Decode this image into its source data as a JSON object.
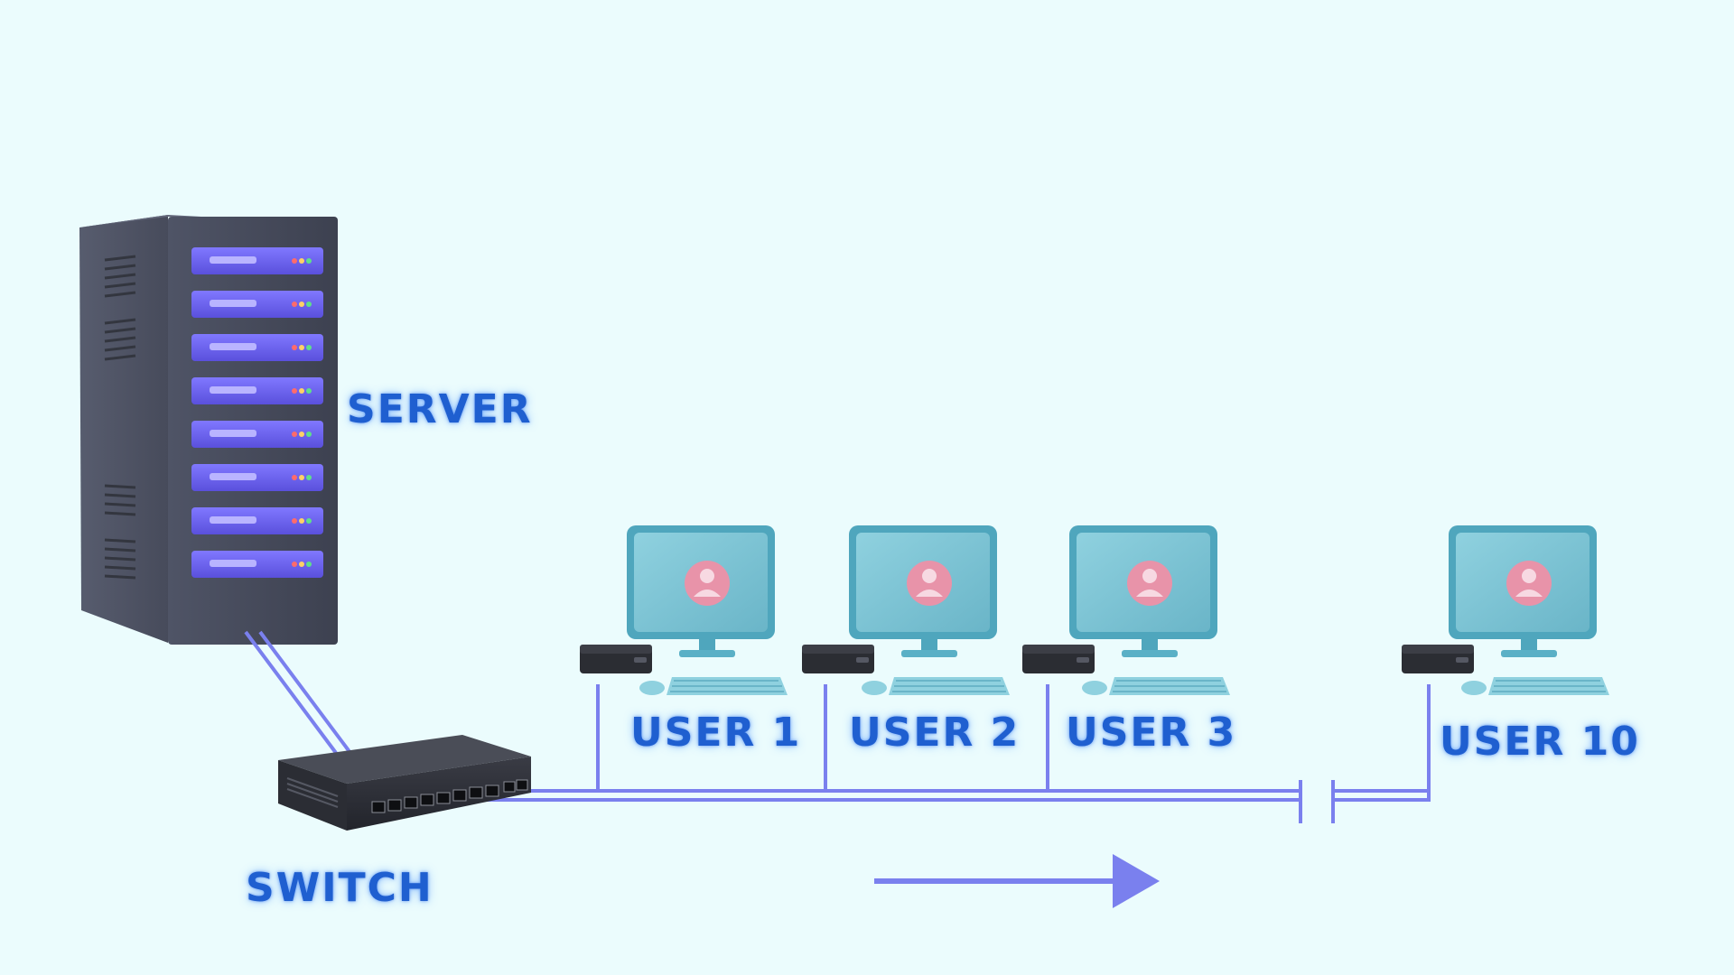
{
  "labels": {
    "server": "SERVER",
    "switch": "SWITCH",
    "users": [
      "USER 1",
      "USER 2",
      "USER 3",
      "USER 10"
    ]
  },
  "icons": {
    "server": "server-rack-icon",
    "switch": "network-switch-icon",
    "workstation": "user-workstation-icon",
    "arrow": "direction-arrow-icon"
  },
  "colors": {
    "background": "#ebfcfd",
    "link": "#7a80ee",
    "label": "#1f5fd0",
    "server_body": "#4a4f60",
    "server_unit": "#6f66f0",
    "monitor_screen": "#79c3d3",
    "avatar": "#e893a9",
    "switch_body": "#2e3038"
  }
}
